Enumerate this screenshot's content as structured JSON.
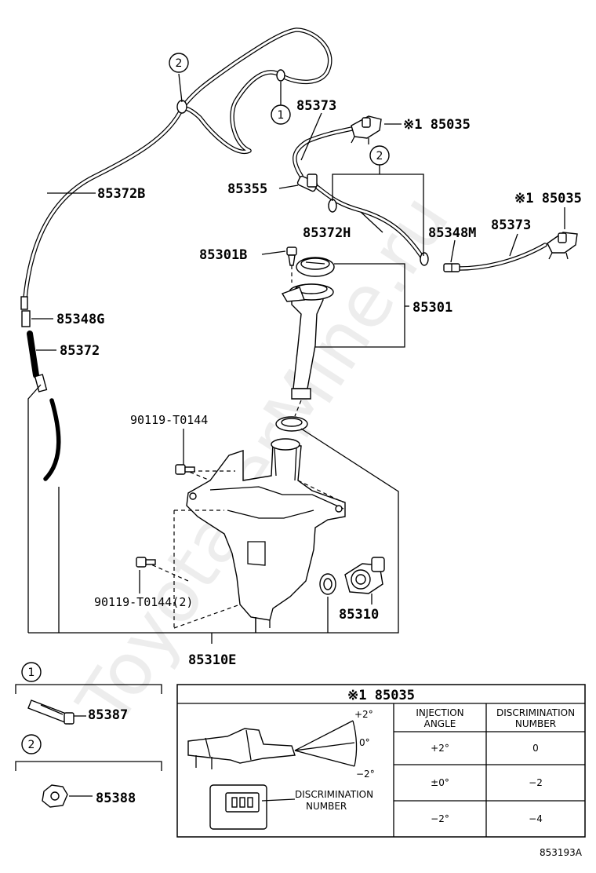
{
  "watermark": "ToyotaTerMine.ru",
  "footer_code": "853193A",
  "callouts": {
    "c1": "1",
    "c2": "2"
  },
  "labels": {
    "p85373_top": "85373",
    "p85035_top": "※1 85035",
    "p85372B": "85372B",
    "p85355": "85355",
    "p85035_right": "※1 85035",
    "p85373_right": "85373",
    "p85372H": "85372H",
    "p85348M": "85348M",
    "p85301B": "85301B",
    "p85301": "85301",
    "p85348G": "85348G",
    "p85372": "85372",
    "bolt1": "90119-T0144",
    "bolt2": "90119-T0144(2)",
    "p85310": "85310",
    "p85310E": "85310E"
  },
  "detail_1": {
    "part": "85387"
  },
  "detail_2": {
    "part": "85388"
  },
  "table": {
    "title": "※1 85035",
    "col_angle": [
      "INJECTION",
      "ANGLE"
    ],
    "col_disc": [
      "DISCRIMINATION",
      "NUMBER"
    ],
    "rows": [
      {
        "angle": "+2°",
        "number": "0"
      },
      {
        "angle": "±0°",
        "number": "−2"
      },
      {
        "angle": "−2°",
        "number": "−4"
      }
    ],
    "figure": {
      "angle_plus": "+2°",
      "angle_zero": "0°",
      "angle_minus": "−2°",
      "disc_label": [
        "DISCRIMINATION",
        "NUMBER"
      ]
    }
  }
}
